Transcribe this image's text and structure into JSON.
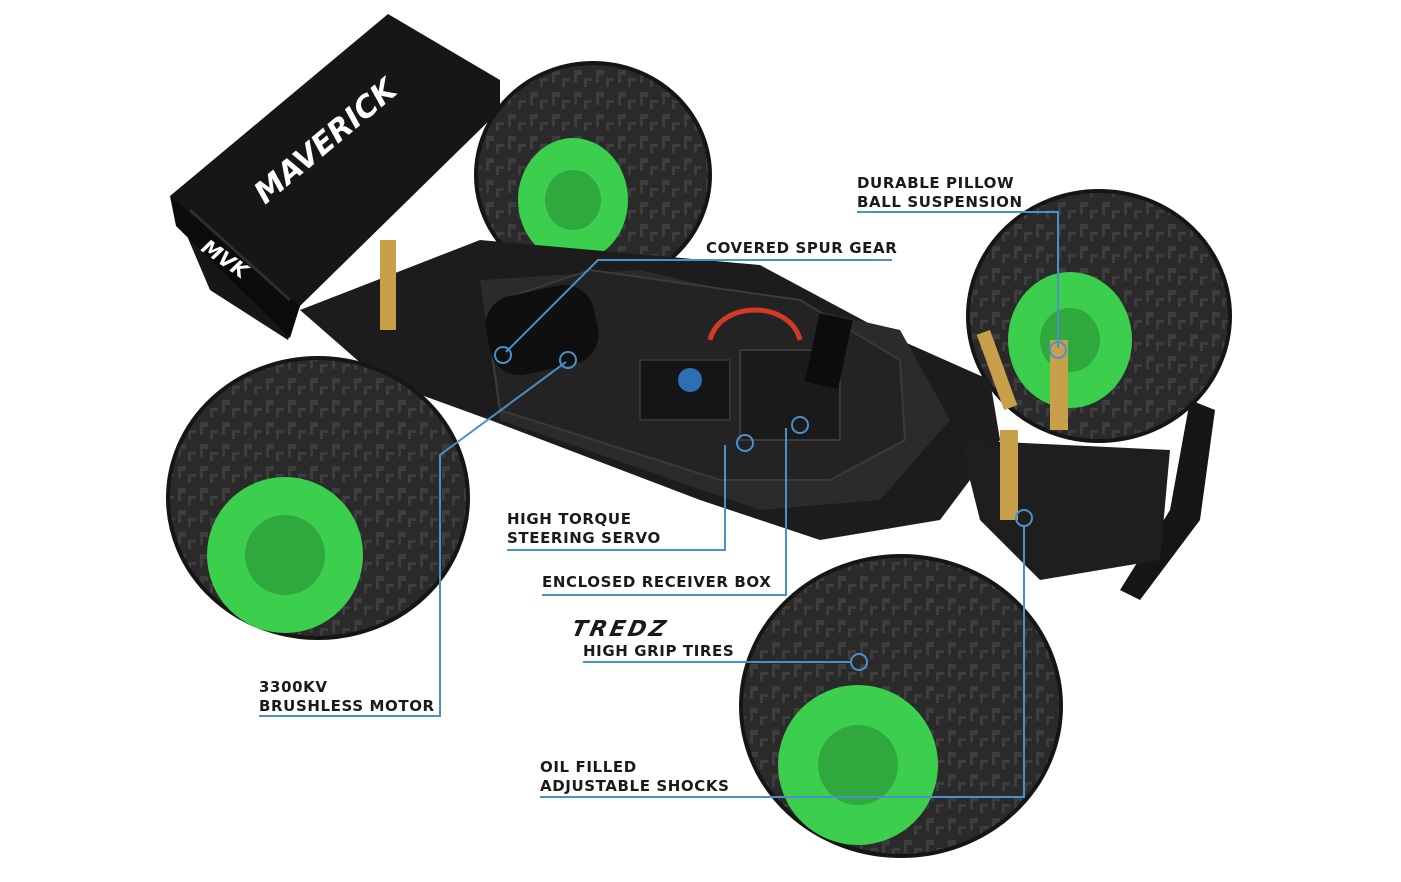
{
  "colors": {
    "callout_line": "#4a90c9",
    "wheel_rim": "#3ccf4e",
    "tire": "#2a2a2a",
    "chassis": "#1c1c1c"
  },
  "vehicle": {
    "wing_text_main": "MAVERICK",
    "wing_text_side": "MVK"
  },
  "callouts": {
    "pillow_ball": {
      "line1": "DURABLE PILLOW",
      "line2": "BALL SUSPENSION"
    },
    "spur_gear": {
      "line1": "COVERED SPUR GEAR"
    },
    "servo": {
      "line1": "HIGH TORQUE",
      "line2": "STEERING SERVO"
    },
    "receiver_box": {
      "line1": "ENCLOSED RECEIVER BOX"
    },
    "tires": {
      "brand": "TREDZ",
      "line1": "HIGH GRIP TIRES"
    },
    "motor": {
      "line1": "3300KV",
      "line2": "BRUSHLESS MOTOR"
    },
    "shocks": {
      "line1": "OIL FILLED",
      "line2": "ADJUSTABLE SHOCKS"
    }
  }
}
